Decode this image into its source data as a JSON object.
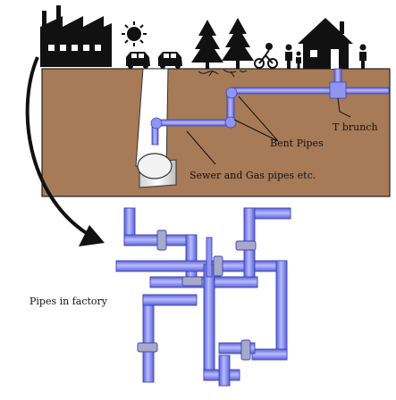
{
  "labels": {
    "t_branch": "T brunch",
    "bent_pipes": "Bent Pipes",
    "sewer_gas": "Sewer and Gas pipes etc.",
    "factory_pipes": "Pipes in factory"
  },
  "colors": {
    "ground": "#a77b57",
    "pipe": "#8f95f0",
    "pipe_dark": "#4a52c8",
    "joint": "#a7a9c9",
    "silhouette": "#111111"
  },
  "icons": [
    "factory-icon",
    "sun-icon",
    "car-icon",
    "tree-icon",
    "cyclist-icon",
    "person-icon",
    "house-icon",
    "curved-arrow-icon"
  ]
}
